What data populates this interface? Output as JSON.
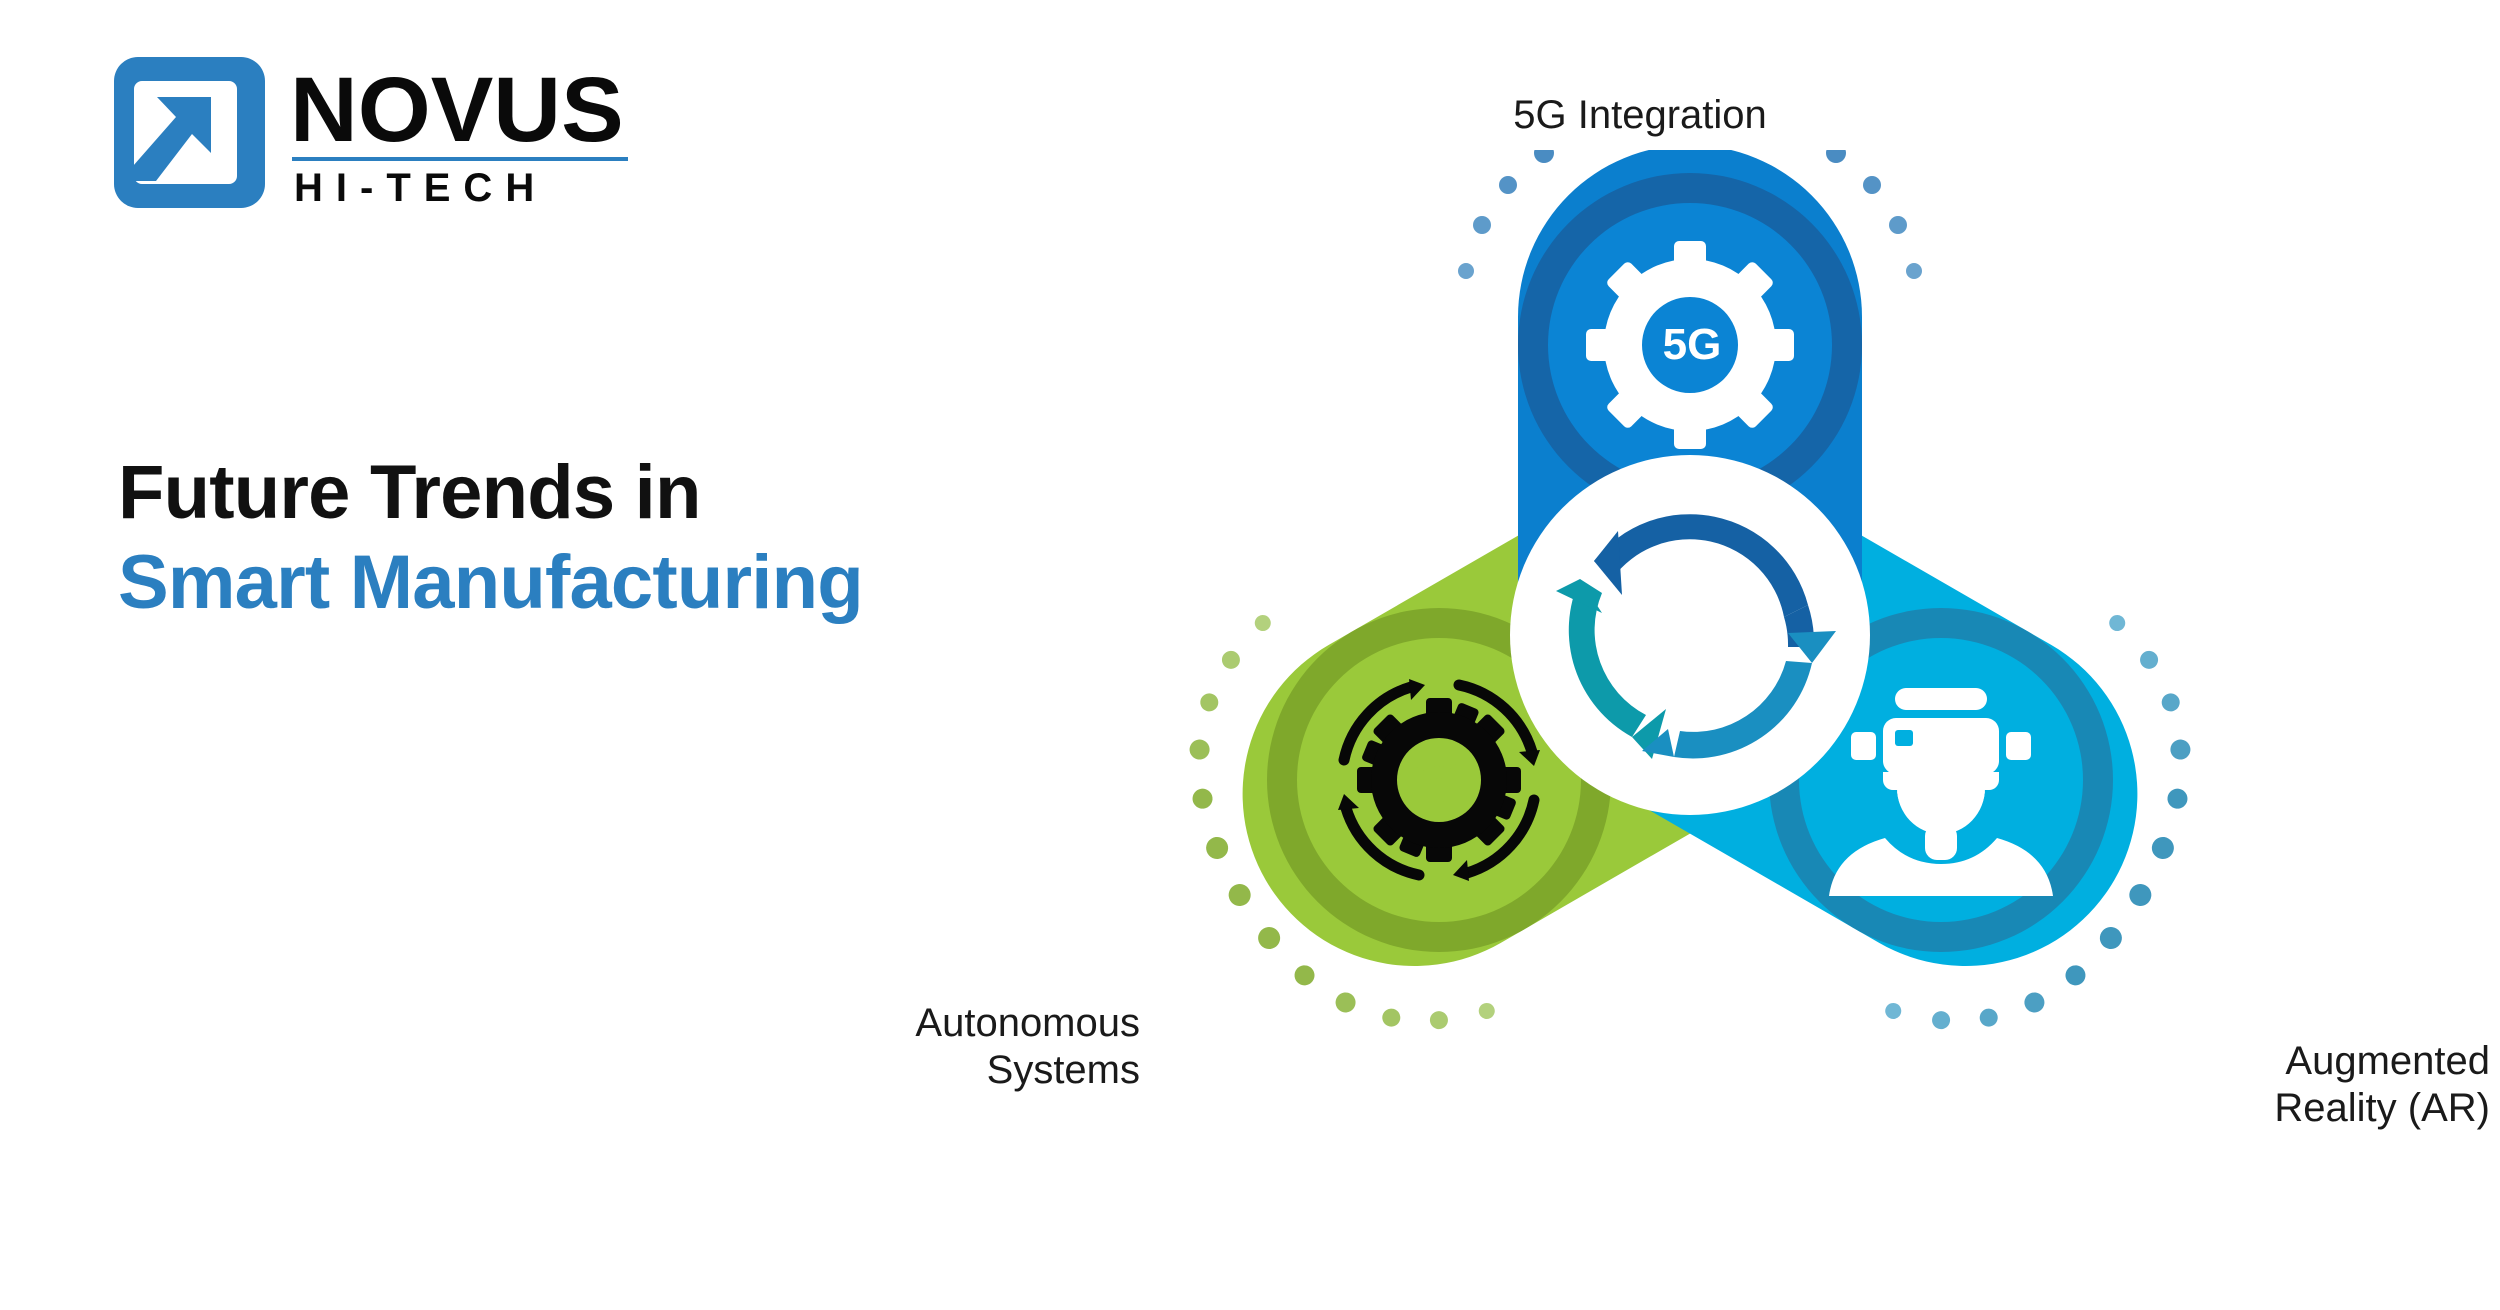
{
  "brand": {
    "name": "NOVUS",
    "tagline": "HI-TECH",
    "logo_icon": "arrow-up-right-in-square-icon",
    "accent_color": "#2b7fc0"
  },
  "headline": {
    "line1": "Future Trends in",
    "line2": "Smart Manufacturing",
    "line1_color": "#111111",
    "line2_color": "#2b7fc0"
  },
  "diagram": {
    "type": "triskelion-cycle",
    "center_icon": "circular-arrows-cycle-icon",
    "center_arrow_colors": [
      "#1561a4",
      "#0d9aaa",
      "#1a8fc1"
    ],
    "nodes": [
      {
        "id": "5g",
        "label": "5G Integration",
        "icon": "gear-5g-icon",
        "icon_text": "5G",
        "blade_color": "#0b7fce",
        "ring_color": "#1565a8",
        "disc_color": "#0b84d4",
        "dot_color": "#3f86bf",
        "angle_deg": 270
      },
      {
        "id": "autonomous",
        "label": "Autonomous\nSystems",
        "icon": "gear-wifi-autonomous-icon",
        "icon_text": "",
        "blade_color": "#9ac93a",
        "ring_color": "#7fa82b",
        "disc_color": "#9ac93a",
        "dot_color": "#93b84a",
        "angle_deg": 150
      },
      {
        "id": "ar",
        "label": "Augmented\nReality (AR)",
        "icon": "ar-headset-person-icon",
        "icon_text": "",
        "blade_color": "#00afe0",
        "ring_color": "#1888b5",
        "disc_color": "#00afe0",
        "dot_color": "#3f97bd",
        "angle_deg": 30
      }
    ]
  }
}
